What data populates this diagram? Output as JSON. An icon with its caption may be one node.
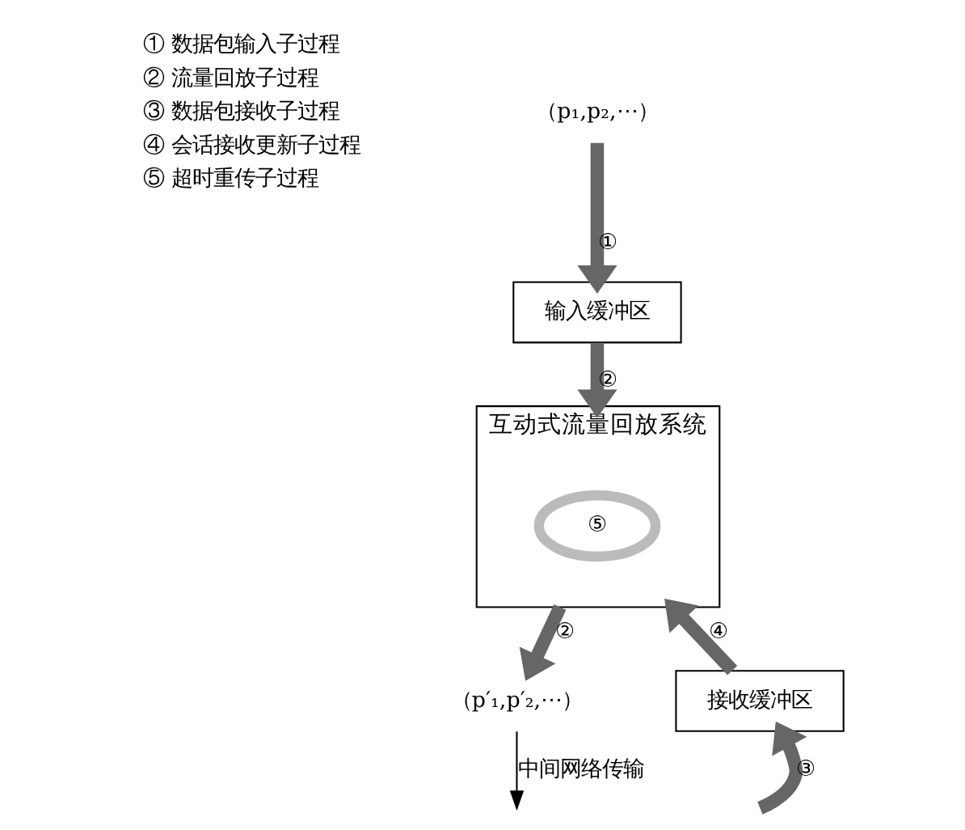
{
  "diagram": {
    "nodes": [
      {
        "text": [
          "（p₁,p₂,⋯）"
        ]
      },
      {
        "text": [
          "输入缓冲区"
        ]
      },
      {
        "text": [
          "互动式流量回放系统"
        ]
      },
      {
        "text": [
          "⑤"
        ],
        "in": 2
      },
      {
        "text": [
          "（p′₁,p′₂,⋯）"
        ]
      },
      {
        "text": [
          "接收缓冲区"
        ]
      }
    ],
    "edges": [
      {
        "from": 0,
        "to": 1,
        "arrow": "to",
        "label": "①"
      },
      {
        "from": 1,
        "to": 2,
        "arrow": "to",
        "label": "②"
      },
      {
        "from": 2,
        "to": 4,
        "arrow": "to",
        "label": "②"
      },
      {
        "from": 5,
        "to": 2,
        "arrow": "to",
        "label": "④"
      },
      {
        "from": null,
        "to": 5,
        "arrow": "to",
        "label": "③"
      },
      {
        "from": 4,
        "to": null,
        "arrow": "to",
        "label": "中间网络传输",
        "color": "#000000"
      }
    ],
    "labels": [
      "① 数据包输入子过程",
      "② 流量回放子过程",
      "③ 数据包接收子过程",
      "④ 会话接收更新子过程",
      "⑤ 超时重传子过程"
    ]
  }
}
